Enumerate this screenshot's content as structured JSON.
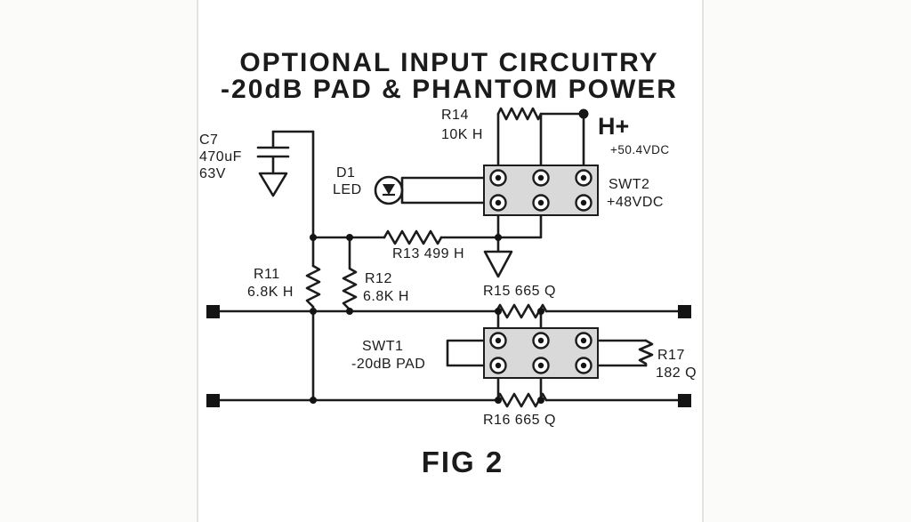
{
  "title": {
    "line1": "OPTIONAL INPUT CIRCUITRY",
    "line2": "-20dB PAD & PHANTOM POWER"
  },
  "figure": {
    "label": "FIG 2"
  },
  "power": {
    "label": "H+",
    "voltage": "+50.4VDC"
  },
  "components": {
    "c7": {
      "ref": "C7",
      "value": "470uF",
      "rating": "63V"
    },
    "d1": {
      "ref": "D1",
      "type": "LED"
    },
    "r11": {
      "ref": "R11",
      "value": "6.8K H"
    },
    "r12": {
      "ref": "R12",
      "value": "6.8K H"
    },
    "r13": {
      "label": "R13 499 H"
    },
    "r14": {
      "ref": "R14",
      "value": "10K H"
    },
    "r15": {
      "label": "R15 665 Q"
    },
    "r16": {
      "label": "R16 665 Q"
    },
    "r17": {
      "ref": "R17",
      "value": "182 Q"
    },
    "swt1": {
      "ref": "SWT1",
      "function": "-20dB PAD"
    },
    "swt2": {
      "ref": "SWT2",
      "supply": "+48VDC"
    }
  },
  "colors": {
    "ink": "#1c1c1c",
    "switch_fill": "#d9d9d9",
    "page": "#ffffff"
  }
}
